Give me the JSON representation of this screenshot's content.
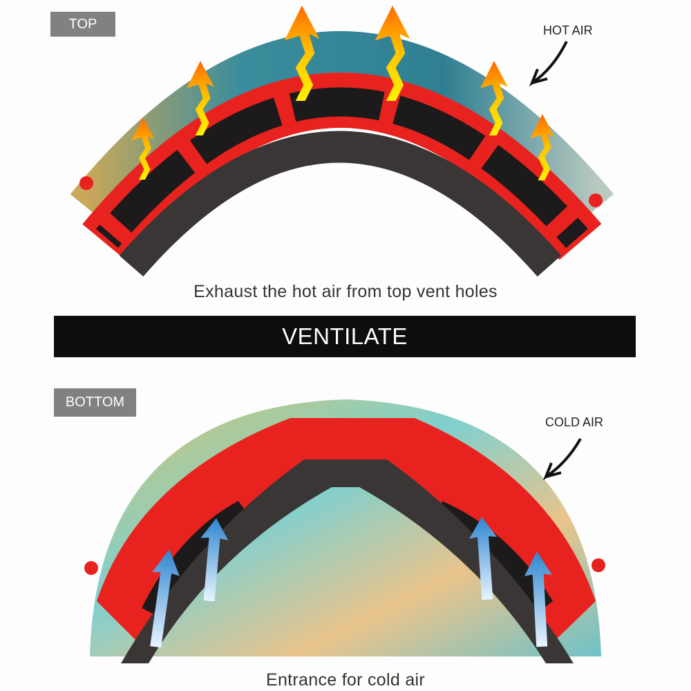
{
  "top_section": {
    "label": "TOP",
    "callout": "HOT AIR",
    "caption": "Exhaust the hot air from top vent holes"
  },
  "banner": {
    "title": "VENTILATE"
  },
  "bottom_section": {
    "label": "BOTTOM",
    "callout": "COLD AIR",
    "caption": "Entrance for cold air"
  },
  "colors": {
    "frame_red": "#e8231f",
    "foam": "#3a3636",
    "label_gray": "#818181",
    "banner_black": "#0d0d0d",
    "hot_arrow_top": "#ff7a00",
    "hot_arrow_bottom": "#ffee00",
    "cold_arrow": "#3a8fd6"
  },
  "icons": {
    "hot_air_arrows": "flame-arrow-icon",
    "cold_air_arrows": "blue-up-arrow-icon",
    "callout_arrows": "curved-arrow-icon"
  }
}
